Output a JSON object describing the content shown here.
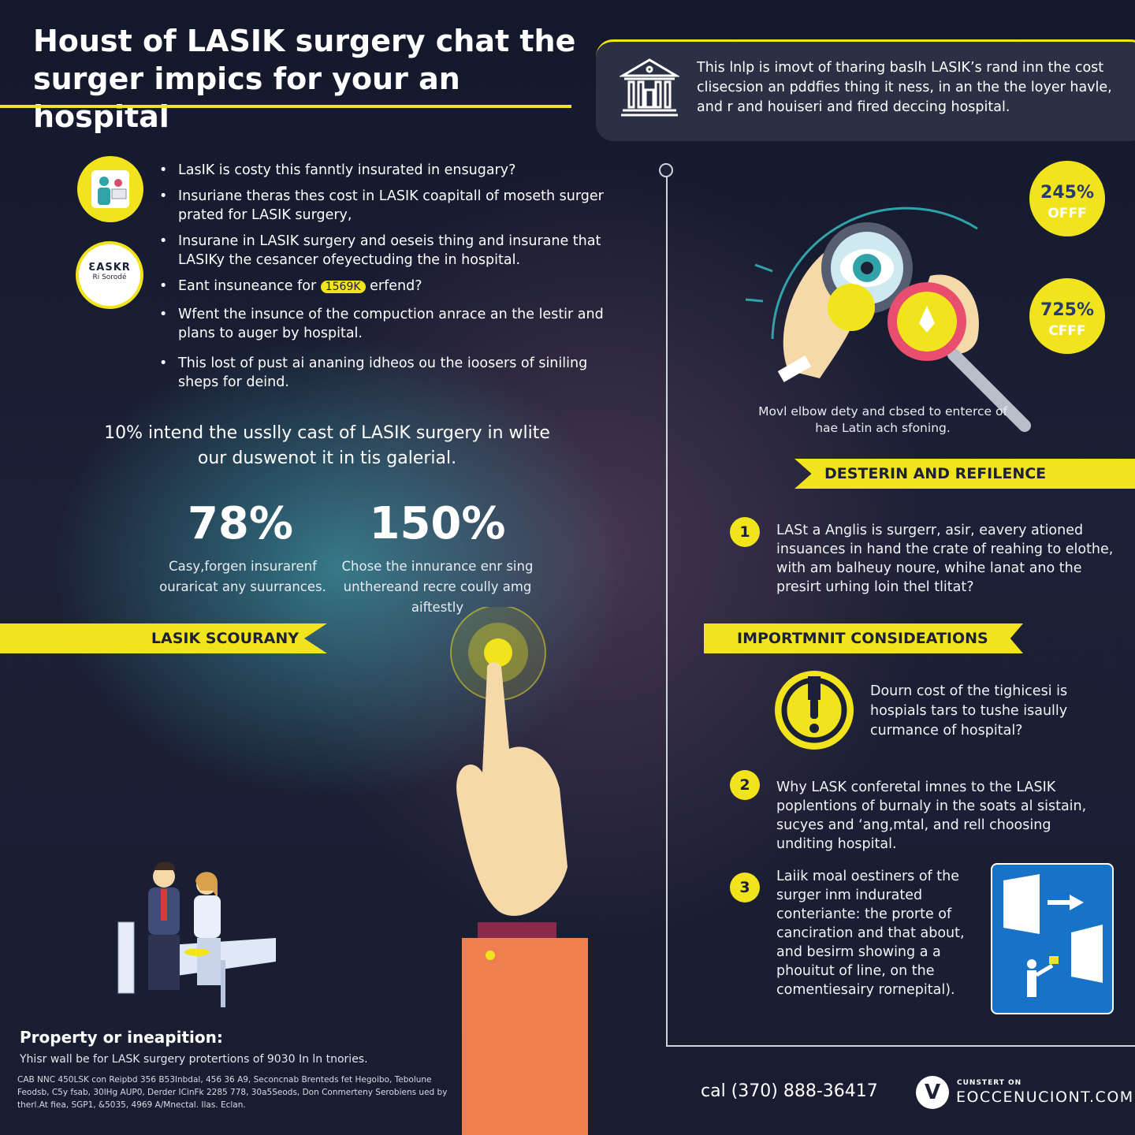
{
  "header": {
    "title": "Houst of LASIK surgery chat the surger impics for your an hospital"
  },
  "intro": {
    "text": "This lnlp is imovt of tharing baslh LASIK’s rand inn the cost clisecsion an pddfies thing it ness, in an the the loyer havle, and r and houiseri and fired deccing hospital."
  },
  "left_badge": {
    "line1": "ƐASKR",
    "line2": "Ri Sorodé"
  },
  "bullets": {
    "items": [
      "LasIK is costy this fanntly insurated in ensugary?",
      "Insuriane theras thes cost in LASIK coapitall of moseth surger prated for LASIK surgery,",
      "Insurane in LASIK surgery and oeseis thing and insurane that LASIKy the cesancer ofeyectuding the in hospital.",
      "erfend?",
      "Wfent the insunce of the compuction anrace an the lestir and plans to auger by hospital.",
      "This lost of pust ai ananing idheos ou the ioosers of siniling sheps for deind."
    ],
    "item4_prefix": "Eant insuneance for",
    "item4_highlight": "1569K"
  },
  "intend": {
    "text": "10% intend the usslly cast of LASIK surgery in wlite our duswenot it in tis galerial."
  },
  "stats": [
    {
      "value": "78%",
      "caption": "Casy,forgen insurarenf ouraricat any suurrances."
    },
    {
      "value": "150%",
      "caption": "Chose the innurance enr sing unthereand recre coully amg aiftestly"
    }
  ],
  "ribbons": {
    "scour": "LASIK SCOURANY",
    "desterin": "DESTERIN AND REFILENCE",
    "important": "IMPORTMNIT CONSIDEATIONS"
  },
  "badges": [
    {
      "value": "245%",
      "label": "OFFF"
    },
    {
      "value": "725%",
      "label": "CFFF"
    }
  ],
  "eye_caption": "Movl elbow dety and cbsed to enterce of hae Latin ach sfoning.",
  "numbered": [
    {
      "num": "1",
      "text": "LASt a Anglis is surgerr, asir, eavery ationed insuances in hand the crate of reahing to elothe, with am balheuy noure, whihe lanat ano the presirt urhing loin thel tlitat?"
    },
    {
      "num": "2",
      "text": "Why LASK conferetal imnes to the LASIK poplentions of burnaly in the soats al sistain, sucyes and ‘ang,mtal, and rell choosing unditing hospital."
    },
    {
      "num": "3",
      "text": "Laiik moal oestiners of the surger inm indurated conteriante: the prorte of canciration and that about, and besirm showing a a phouitut of line, on the comentiesairy rornepital)."
    }
  ],
  "alert_text": "Dourn cost of the tighicesi is hospials tars to tushe isaully curmance of hospital?",
  "footer": {
    "title": "Property or ineapition:",
    "subtitle": "Yhisr wall be for LASK surgery protertions of 9030 In ln tnories.",
    "fine_print": "CAB NNC 450LSK con Reipbd 356 B53Inbdal, 456 36 A9, Seconcnab Brenteds fet Hegoibo, Tebolune Feodsb, C5y fsab, 30lHg AUP0, Derder ICinFk 2285 778, 30a5Seods, Don Conmerteny Serobiens ued by therl.At fiea, SGP1, &5035, 4969 A/Mnectal. Ilas. Eclan.",
    "phone": "cal (370) 888-36417",
    "logo_small": "CUNSTERT ON",
    "logo_main": "EOCCENUCIONT.COM",
    "logo_mark": "V"
  },
  "colors": {
    "accent": "#f2e41c",
    "background": "#1c2036",
    "panel_blue": "#1673c8"
  }
}
